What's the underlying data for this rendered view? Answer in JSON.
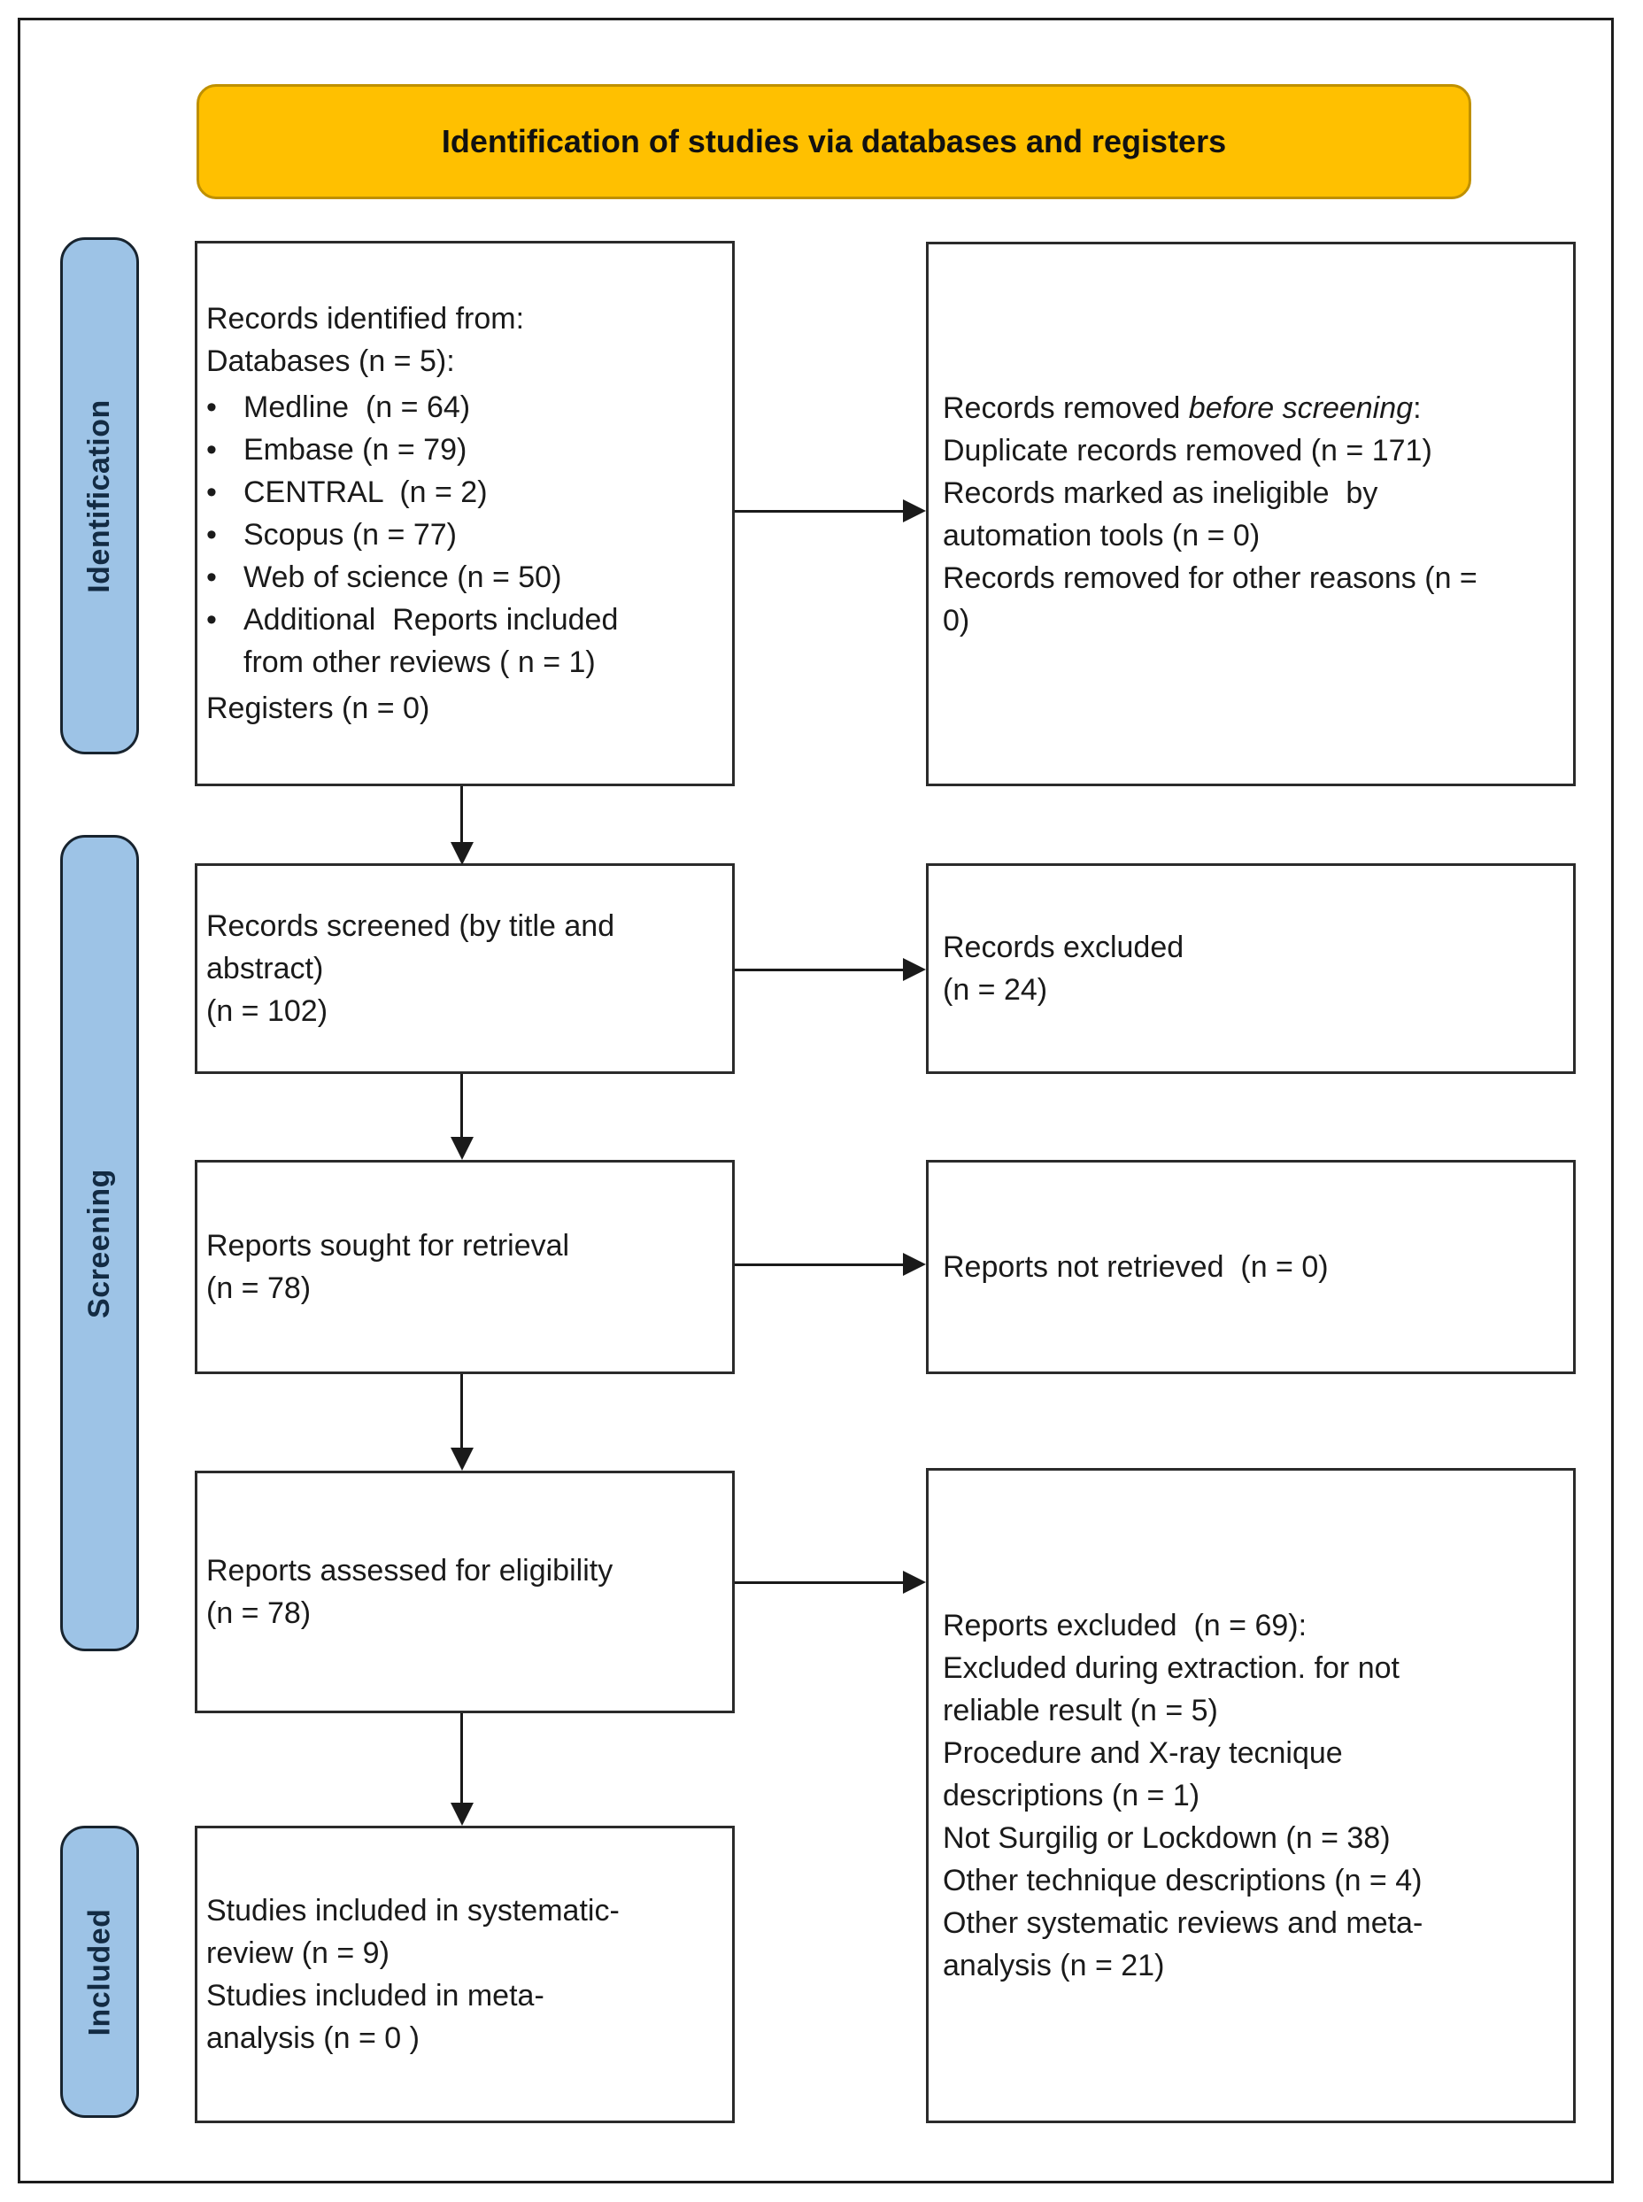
{
  "banner": {
    "title": "Identification of studies via databases and registers"
  },
  "stages": {
    "identification": "Identification",
    "screening": "Screening",
    "included": "Included"
  },
  "glyphs": {
    "bullet": "•"
  },
  "colors": {
    "banner_fill": "#FFC000",
    "banner_border": "#BF9000",
    "stage_fill": "#9DC3E6",
    "stage_text": "#132B43",
    "box_border": "#2B2B2B",
    "arrow": "#1A1A1A"
  },
  "boxes": {
    "records_identified": {
      "heading1": "Records identified from:",
      "heading2": "Databases (n = 5):",
      "bullets": [
        "Medline  (n = 64)",
        "Embase (n = 79)",
        "CENTRAL  (n = 2)",
        "Scopus (n = 77)",
        "Web of science (n = 50)",
        "Additional  Reports included from other reviews ( n = 1)"
      ],
      "footer": "Registers (n = 0)"
    },
    "records_removed": {
      "lead": "Records removed ",
      "lead_italic": "before screening",
      "lead_tail": ":",
      "lines": [
        "Duplicate records removed (n = 171)",
        "Records marked as ineligible  by automation tools (n = 0)",
        "Records removed for other reasons (n = 0)"
      ]
    },
    "records_screened": {
      "lines": [
        "Records screened (by title and abstract)",
        "(n = 102)"
      ]
    },
    "records_excluded": {
      "lines": [
        "Records excluded",
        "(n = 24)"
      ]
    },
    "reports_sought": {
      "lines": [
        "Reports sought for retrieval",
        "(n = 78)"
      ]
    },
    "reports_not_retrieved": {
      "lines": [
        "Reports not retrieved  (n = 0)"
      ]
    },
    "reports_assessed": {
      "lines": [
        "Reports assessed for eligibility",
        "(n = 78)"
      ]
    },
    "reports_excluded": {
      "lines": [
        "Reports excluded  (n = 69):",
        "Excluded during extraction. for not reliable result (n = 5)",
        "Procedure and X-ray tecnique descriptions (n = 1)",
        "Not Surgilig or Lockdown (n = 38)",
        "Other technique descriptions (n = 4)",
        "Other systematic reviews and meta-analysis (n = 21)"
      ]
    },
    "studies_included": {
      "lines": [
        "Studies included in systematic-review (n = 9)",
        "Studies included in meta-analysis (n = 0 )"
      ]
    }
  }
}
